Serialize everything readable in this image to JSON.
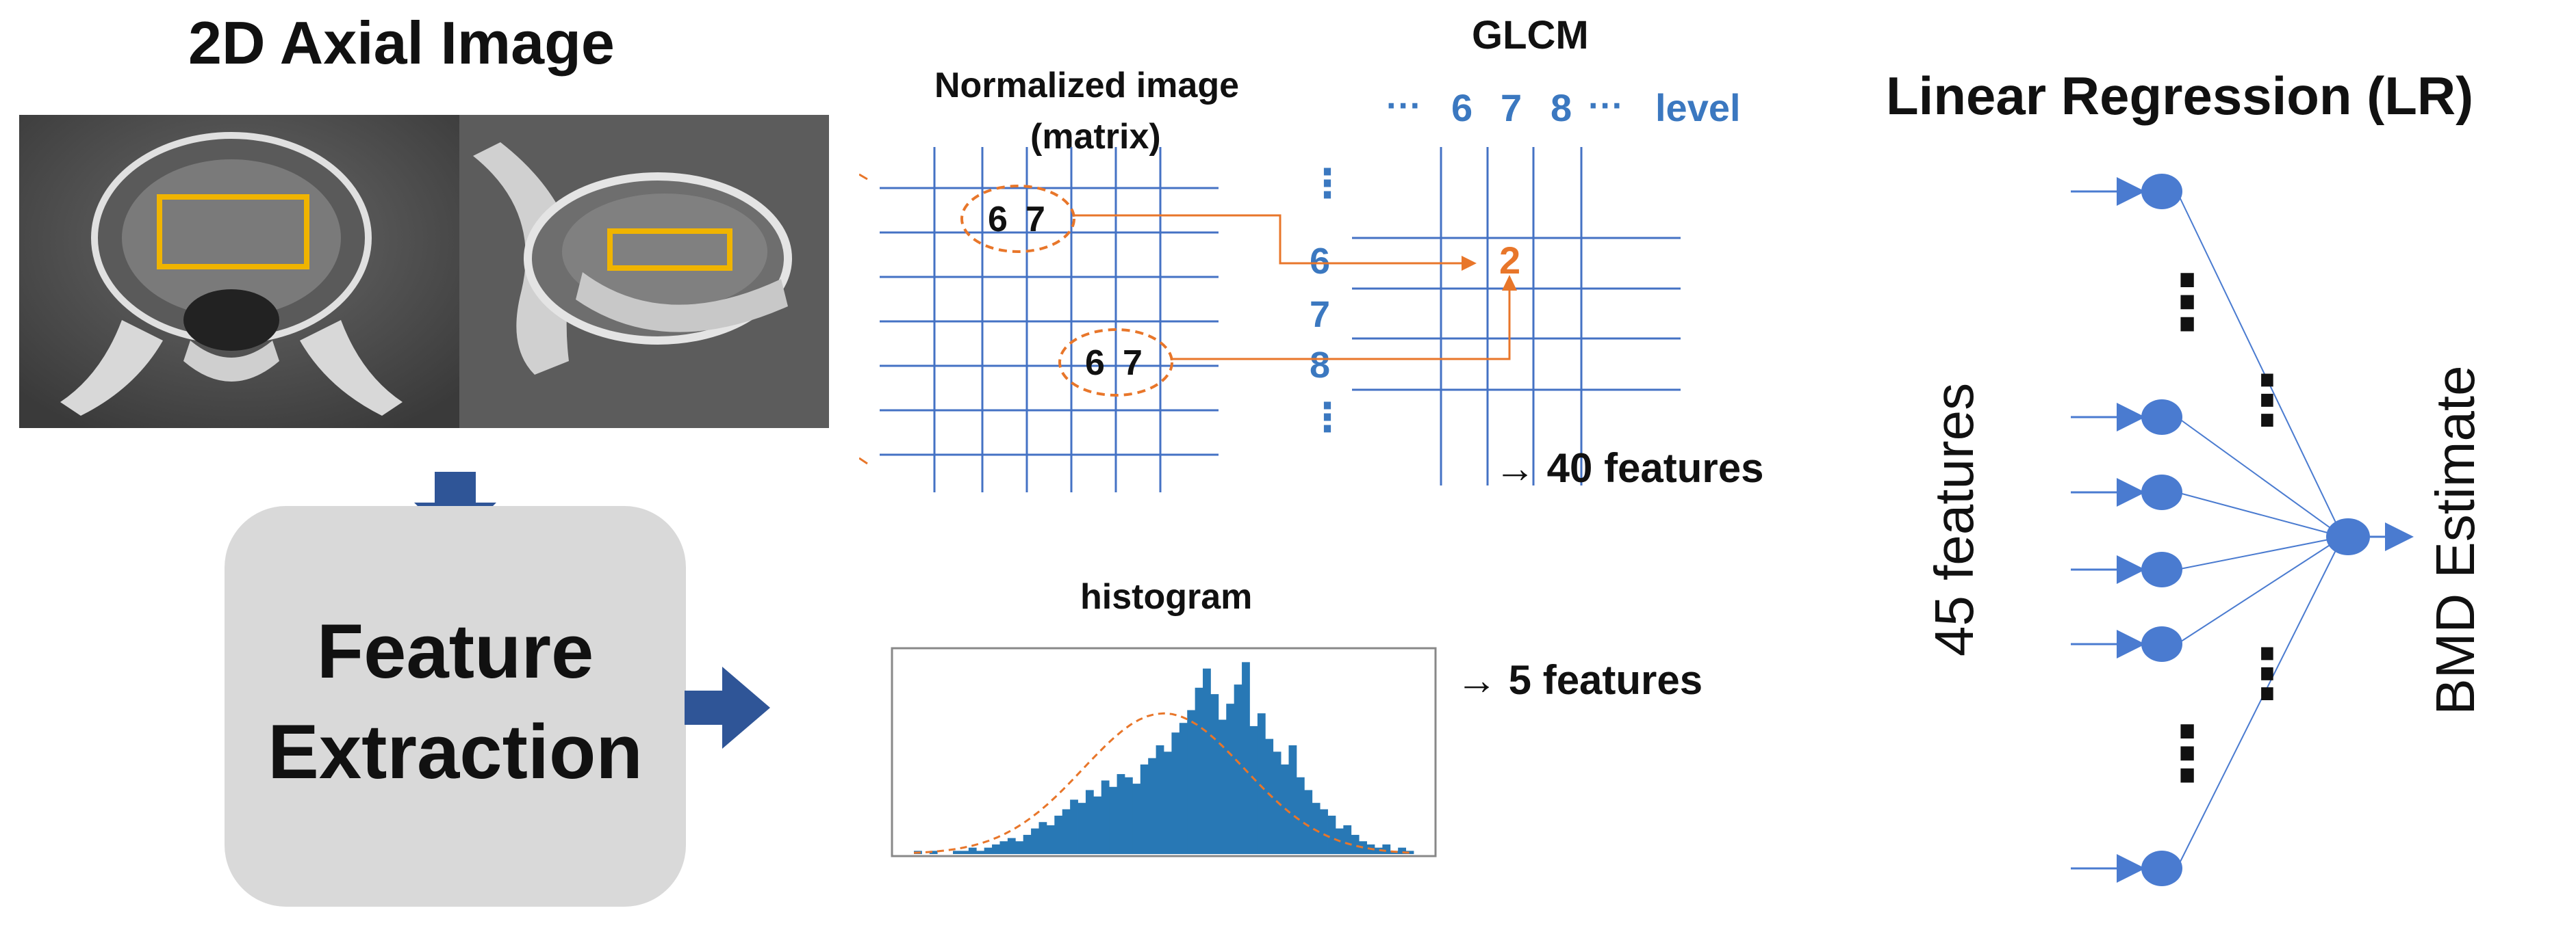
{
  "axial": {
    "title": "2D Axial Image"
  },
  "feature_box": {
    "line1": "Feature",
    "line2": "Extraction"
  },
  "glcm": {
    "matrix_title_line1": "Normalized image",
    "matrix_title_line2": "(matrix)",
    "glcm_title": "GLCM",
    "top_ellipsis": "···",
    "col_labels": [
      "6",
      "7",
      "8"
    ],
    "trail_ellipsis": "···",
    "level_label": "level",
    "pair1": [
      "6",
      "7"
    ],
    "pair2": [
      "6",
      "7"
    ],
    "row_labels": [
      "6",
      "7",
      "8"
    ],
    "vdots": "⋮",
    "cell_value": "2",
    "features_note": "→ 40 features"
  },
  "histogram": {
    "title": "histogram",
    "features_note": "→ 5 features"
  },
  "chart_data": {
    "type": "bar",
    "title": "histogram",
    "values": [
      1,
      0,
      1,
      0,
      0,
      1,
      1,
      2,
      1,
      2,
      3,
      4,
      5,
      4,
      6,
      8,
      10,
      9,
      12,
      14,
      17,
      16,
      20,
      18,
      23,
      21,
      25,
      24,
      22,
      28,
      30,
      34,
      32,
      38,
      41,
      45,
      52,
      58,
      50,
      42,
      47,
      53,
      60,
      40,
      44,
      36,
      32,
      28,
      34,
      24,
      20,
      16,
      14,
      12,
      8,
      9,
      6,
      4,
      3,
      2,
      3,
      1,
      2,
      1
    ],
    "ylim": [
      0,
      62
    ],
    "grid": false
  },
  "colors": {
    "arrow_blue": "#2f5597",
    "grid_blue": "#4472c4",
    "text_blue": "#3b78c0",
    "orange": "#e8762a",
    "hist_blue": "#2878b5",
    "node_blue": "#4a7bd0",
    "roi_yellow": "#f0b400"
  },
  "lr": {
    "title": "Linear Regression (LR)",
    "input_label": "45 features",
    "output_label": "BMD Estimate",
    "vdots": "⋮"
  }
}
